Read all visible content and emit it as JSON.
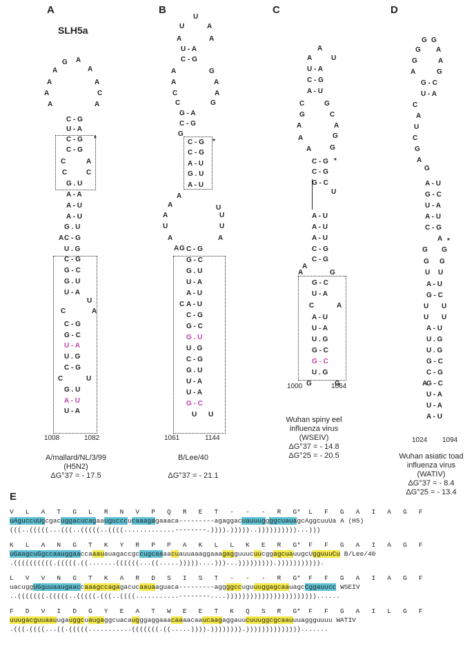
{
  "panels": {
    "a": {
      "letter": "A",
      "title": "SLH5a",
      "start": "1008",
      "end": "1082",
      "virus": "A/mallard/NL/3/99",
      "subtype": "(H5N2)",
      "dg37": "ΔG°37 = - 17.5"
    },
    "b": {
      "letter": "B",
      "start": "1061",
      "end": "1144",
      "virus": "B/Lee/40",
      "dg37": "ΔG°37 = - 21.1"
    },
    "c": {
      "letter": "C",
      "start": "1000",
      "end": "1064",
      "virus_line1": "Wuhan spiny eel",
      "virus_line2": "influenza virus",
      "virus_line3": "(WSEIV)",
      "dg37": "ΔG°37 = - 14.8",
      "dg25": "ΔG°25 = - 20.5"
    },
    "d": {
      "letter": "D",
      "start": "1024",
      "end": "1094",
      "virus_line1": "Wuhan asiatic toad",
      "virus_line2": "influenza virus",
      "virus_line3": "(WATIV)",
      "dg37": "ΔG°37 = - 8.4",
      "dg25": "ΔG°25 = - 13.4"
    },
    "e": {
      "letter": "E"
    }
  },
  "alignment": {
    "h5_aa": "V   L   A   T   G   L   R   N   V   P   Q   R   E   T   -   -   -   R   G*  L   F   G   A   I   A   G   F",
    "h5_seq": "uAguccuUgcgacuggacucagaaugucccucaaagagaaaca---------agaggacuauuuggggcuauagcAggcuuUa",
    "h5_label": "A (H5)",
    "h5_dots": "(((..(((((...(((..(((((..((((.............--------.)))).)))))..))))))))))...)))",
    "b_aa": "K   L   A   N   G   T   K   Y   R   P   P   A   K   L   L   K   E   R   G*  F   F   G   A   I   A   G   F",
    "b_seq": "uGaagcuGgccaauggaaccaaauauagaccgccugcaaaacuauuaaaggaaagagguuucuucggagcuauugcUgguuuCu",
    "b_label": "B/Lee/40",
    "b_dots": ".((((((((((.(((((.((.......((((((...((.....)))))....)))...))))))))).))))))))))).",
    "c_aa": "L   V   V   N   G   T   K   A   R   D   S   I   S   T   -   -   -   R   G*  F   F   G   A   I   A   G   F",
    "c_seq": "uacuggUGguuaaugaaccaaagccagagacucaauaaguaca---------aggggccuguuuggagcaauagcCggauucc",
    "c_label": "WSEIV",
    "c_dots": "..(((((((.(((((..(((((.(((..((((...........--------....)))))))))))))))))))))))......",
    "d_aa": "F   D   V   I   D   G   Y   E   A   T   W   E   E   T   K   Q   S   R   G*  F   F   G   A   I   L   G   F",
    "d_seq": "uuugacguuaauugauggcuaugaggcuacaugggaggaaacaaaacaaucaagaggauucuuuggcgcaauuuaggguuuu",
    "d_label": "WATIV",
    "d_dots": ".(((.((((...((.(((((...........(((((((.((.....)))).)))))))).))))))))))))))......."
  }
}
